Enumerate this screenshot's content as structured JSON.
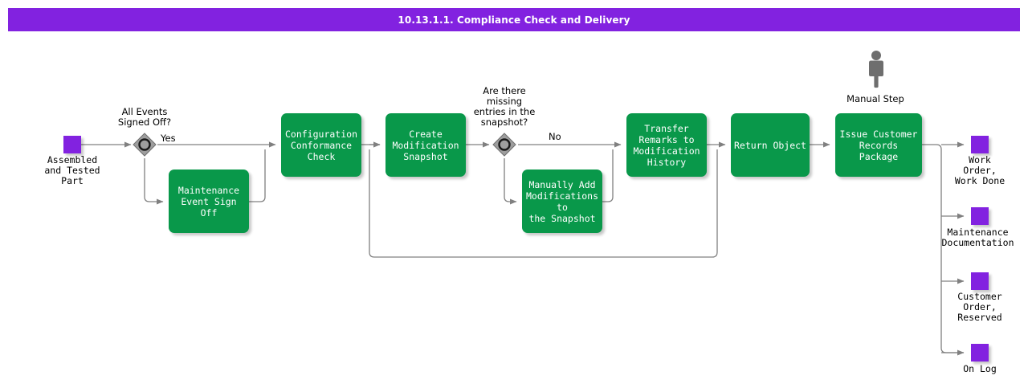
{
  "header": {
    "title": "10.13.1.1. Compliance Check and Delivery",
    "bar_color": "#8222E0",
    "text_color": "#FFFFFF"
  },
  "palette": {
    "task_green": "#09984A",
    "data_purple": "#8222E0",
    "gateway_gray": "#9E9E9E",
    "connector_gray": "#808080",
    "canvas": "#FFFFFF"
  },
  "diagram": {
    "type": "bpmn-process-flow",
    "start_objects": [
      {
        "name": "start-data-object",
        "label": "Assembled\nand Tested\nPart"
      }
    ],
    "gateways": [
      {
        "name": "gateway-all-events-signed-off",
        "label": "All Events\nSigned Off?",
        "kind": "inclusive"
      },
      {
        "name": "gateway-missing-entries",
        "label": "Are there\nmissing\nentries in the\nsnapshot?",
        "kind": "inclusive"
      }
    ],
    "edge_labels": [
      {
        "name": "edge-label-yes",
        "text": "Yes"
      },
      {
        "name": "edge-label-no",
        "text": "No"
      }
    ],
    "tasks": [
      {
        "name": "task-maintenance-event-sign-off",
        "label": "Maintenance\nEvent Sign Off"
      },
      {
        "name": "task-configuration-conformance-check",
        "label": "Configuration\nConformance\nCheck"
      },
      {
        "name": "task-create-modification-snapshot",
        "label": "Create\nModification\nSnapshot"
      },
      {
        "name": "task-manually-add-modifications",
        "label": "Manually Add\nModifications to\nthe Snapshot"
      },
      {
        "name": "task-transfer-remarks",
        "label": "Transfer\nRemarks to\nModification\nHistory"
      },
      {
        "name": "task-return-object",
        "label": "Return Object"
      },
      {
        "name": "task-issue-customer-records-package",
        "label": "Issue Customer\nRecords\nPackage"
      }
    ],
    "markers": [
      {
        "name": "manual-step-marker",
        "icon": "person-icon",
        "label": "Manual Step"
      }
    ],
    "output_objects": [
      {
        "name": "output-work-order-work-done",
        "label": "Work\nOrder,\nWork Done"
      },
      {
        "name": "output-maintenance-documentation",
        "label": "Maintenance\nDocumentation"
      },
      {
        "name": "output-customer-order-reserved",
        "label": "Customer\nOrder,\nReserved"
      },
      {
        "name": "output-on-log",
        "label": "On Log"
      }
    ]
  }
}
